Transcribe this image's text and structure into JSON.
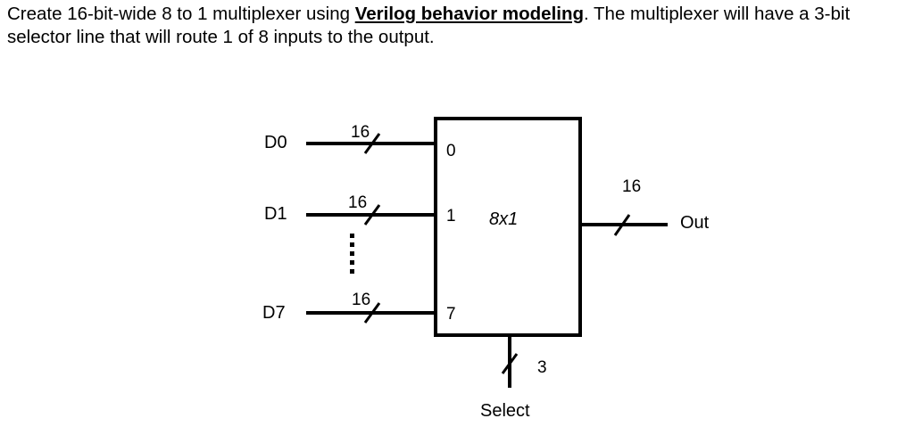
{
  "prompt": {
    "part1": "Create 16-bit-wide 8 to 1 multiplexer using ",
    "emphasis": "Verilog behavior modeling",
    "part2": ". The multiplexer will have a 3-bit selector line that will route 1 of 8 inputs to the output."
  },
  "diagram": {
    "block_label": "8x1",
    "inputs": [
      {
        "name": "D0",
        "port": "0",
        "width": "16"
      },
      {
        "name": "D1",
        "port": "1",
        "width": "16"
      },
      {
        "name": "D7",
        "port": "7",
        "width": "16"
      }
    ],
    "output": {
      "name": "Out",
      "width": "16"
    },
    "select": {
      "name": "Select",
      "width": "3"
    },
    "ellipsis_dots": 5
  }
}
